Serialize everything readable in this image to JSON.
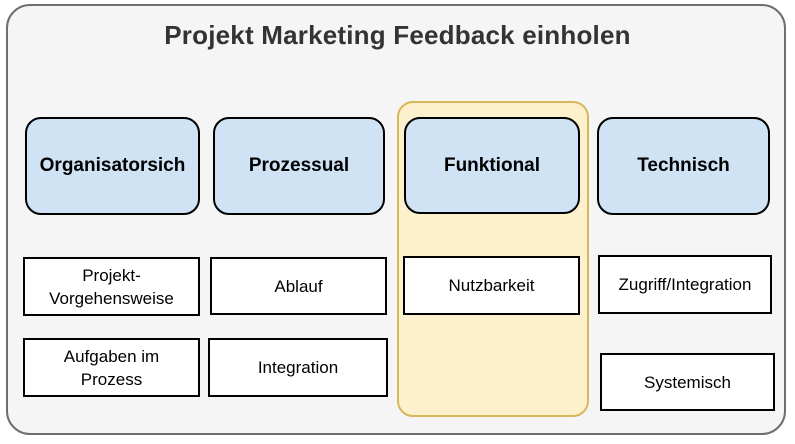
{
  "diagram": {
    "title": "Projekt Marketing Feedback einholen",
    "highlighted_column": "Funktional",
    "columns": [
      {
        "header": "Organisatorsich",
        "highlighted": false,
        "items": [
          {
            "label": "Projekt-\nVorgehensweise"
          },
          {
            "label": "Aufgaben im\nProzess"
          }
        ]
      },
      {
        "header": "Prozessual",
        "highlighted": false,
        "items": [
          {
            "label": "Ablauf"
          },
          {
            "label": "Integration"
          }
        ]
      },
      {
        "header": "Funktional",
        "highlighted": true,
        "items": [
          {
            "label": "Nutzbarkeit"
          }
        ]
      },
      {
        "header": "Technisch",
        "highlighted": false,
        "items": [
          {
            "label": "Zugriff/Integration"
          },
          {
            "label": "Systemisch"
          }
        ]
      }
    ],
    "colors": {
      "frame_background": "#f5f5f5",
      "frame_border": "#6e6e6e",
      "header_fill": "#cfe3f5",
      "header_border": "#000000",
      "highlight_fill": "#fdf1cd",
      "highlight_border": "#d8b65a",
      "item_fill": "#ffffff",
      "item_border": "#000000",
      "title_color": "#333333"
    }
  }
}
